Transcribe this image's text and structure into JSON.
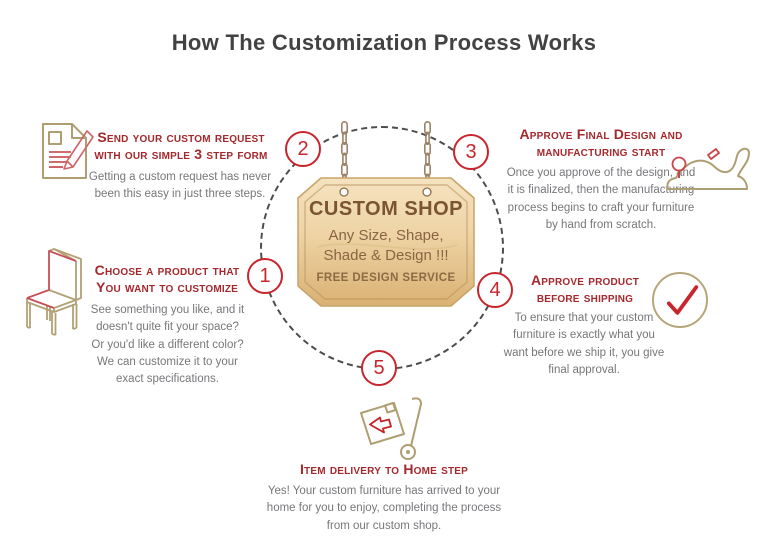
{
  "header": {
    "title": "How The Customization Process Works"
  },
  "colors": {
    "heading_red": "#a5282d",
    "marker_red": "#c9252d",
    "body_gray": "#76777a",
    "icon_tan": "#ae9e72",
    "wood_light": "#f5e3c0",
    "wood_dark": "#d9b173",
    "sign_text_brown": "#7b5531"
  },
  "wheel": {
    "markers": [
      "1",
      "2",
      "3",
      "4",
      "5"
    ],
    "sign": {
      "title": "CUSTOM SHOP",
      "line1": "Any Size, Shape,",
      "line2": "Shade & Design !!!",
      "footer": "FREE DESIGN SERVICE"
    }
  },
  "steps": [
    {
      "number": "1",
      "icon": "chair-icon",
      "heading": "Choose a product that You want to customize",
      "body": "See something you like, and it doesn't quite fit your space? Or you'd like a different color? We can customize it to your exact specifications."
    },
    {
      "number": "2",
      "icon": "document-pencil-icon",
      "heading": "Send your custom request with our simple 3 step form",
      "body": "Getting a custom request has never been this easy in just three steps."
    },
    {
      "number": "3",
      "icon": "wood-plane-icon",
      "heading": "Approve Final Design and manufacturing start",
      "body": "Once you approve of the design, and it is finalized, then the manufacturing process begins to craft your furniture by hand from scratch."
    },
    {
      "number": "4",
      "icon": "check-circle-icon",
      "heading": "Approve product before shipping",
      "body": "To ensure that your custom furniture is exactly what you want before we ship it, you give final approval."
    },
    {
      "number": "5",
      "icon": "delivery-trolley-icon",
      "heading": "Item delivery to Home step",
      "body": "Yes! Your custom furniture has arrived to your home for you to enjoy, completing the process from our custom shop."
    }
  ]
}
